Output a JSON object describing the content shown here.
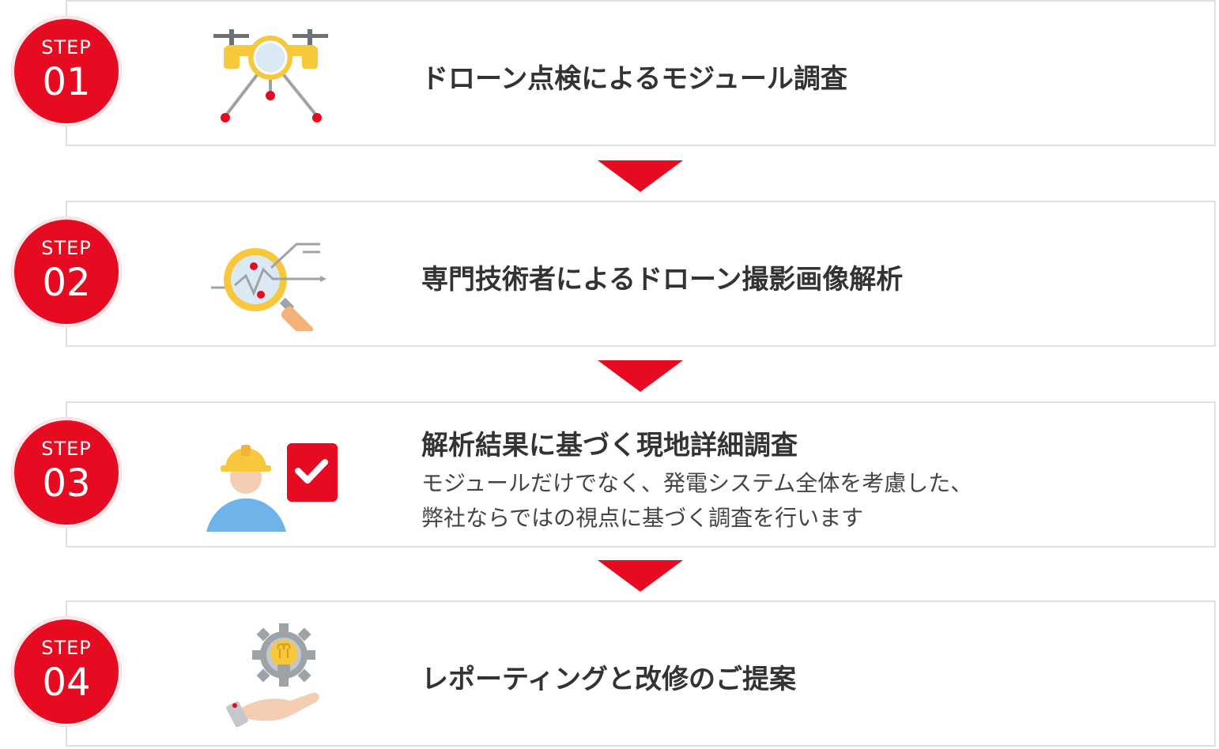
{
  "steps": [
    {
      "label": "STEP",
      "number": "01",
      "title": "ドローン点検によるモジュール調査",
      "icon": "drone-icon"
    },
    {
      "label": "STEP",
      "number": "02",
      "title": "専門技術者によるドローン撮影画像解析",
      "icon": "magnifier-analysis-icon"
    },
    {
      "label": "STEP",
      "number": "03",
      "title": "解析結果に基づく現地詳細調査",
      "description": [
        "モジュールだけでなく、発電システム全体を考慮した、",
        "弊社ならではの視点に基づく調査を行います"
      ],
      "icon": "worker-check-icon"
    },
    {
      "label": "STEP",
      "number": "04",
      "title": "レポーティングと改修のご提案",
      "icon": "lightbulb-gear-hand-icon"
    }
  ],
  "colors": {
    "accent": "#e60b21",
    "border": "#e0e0e0",
    "text": "#333333"
  }
}
